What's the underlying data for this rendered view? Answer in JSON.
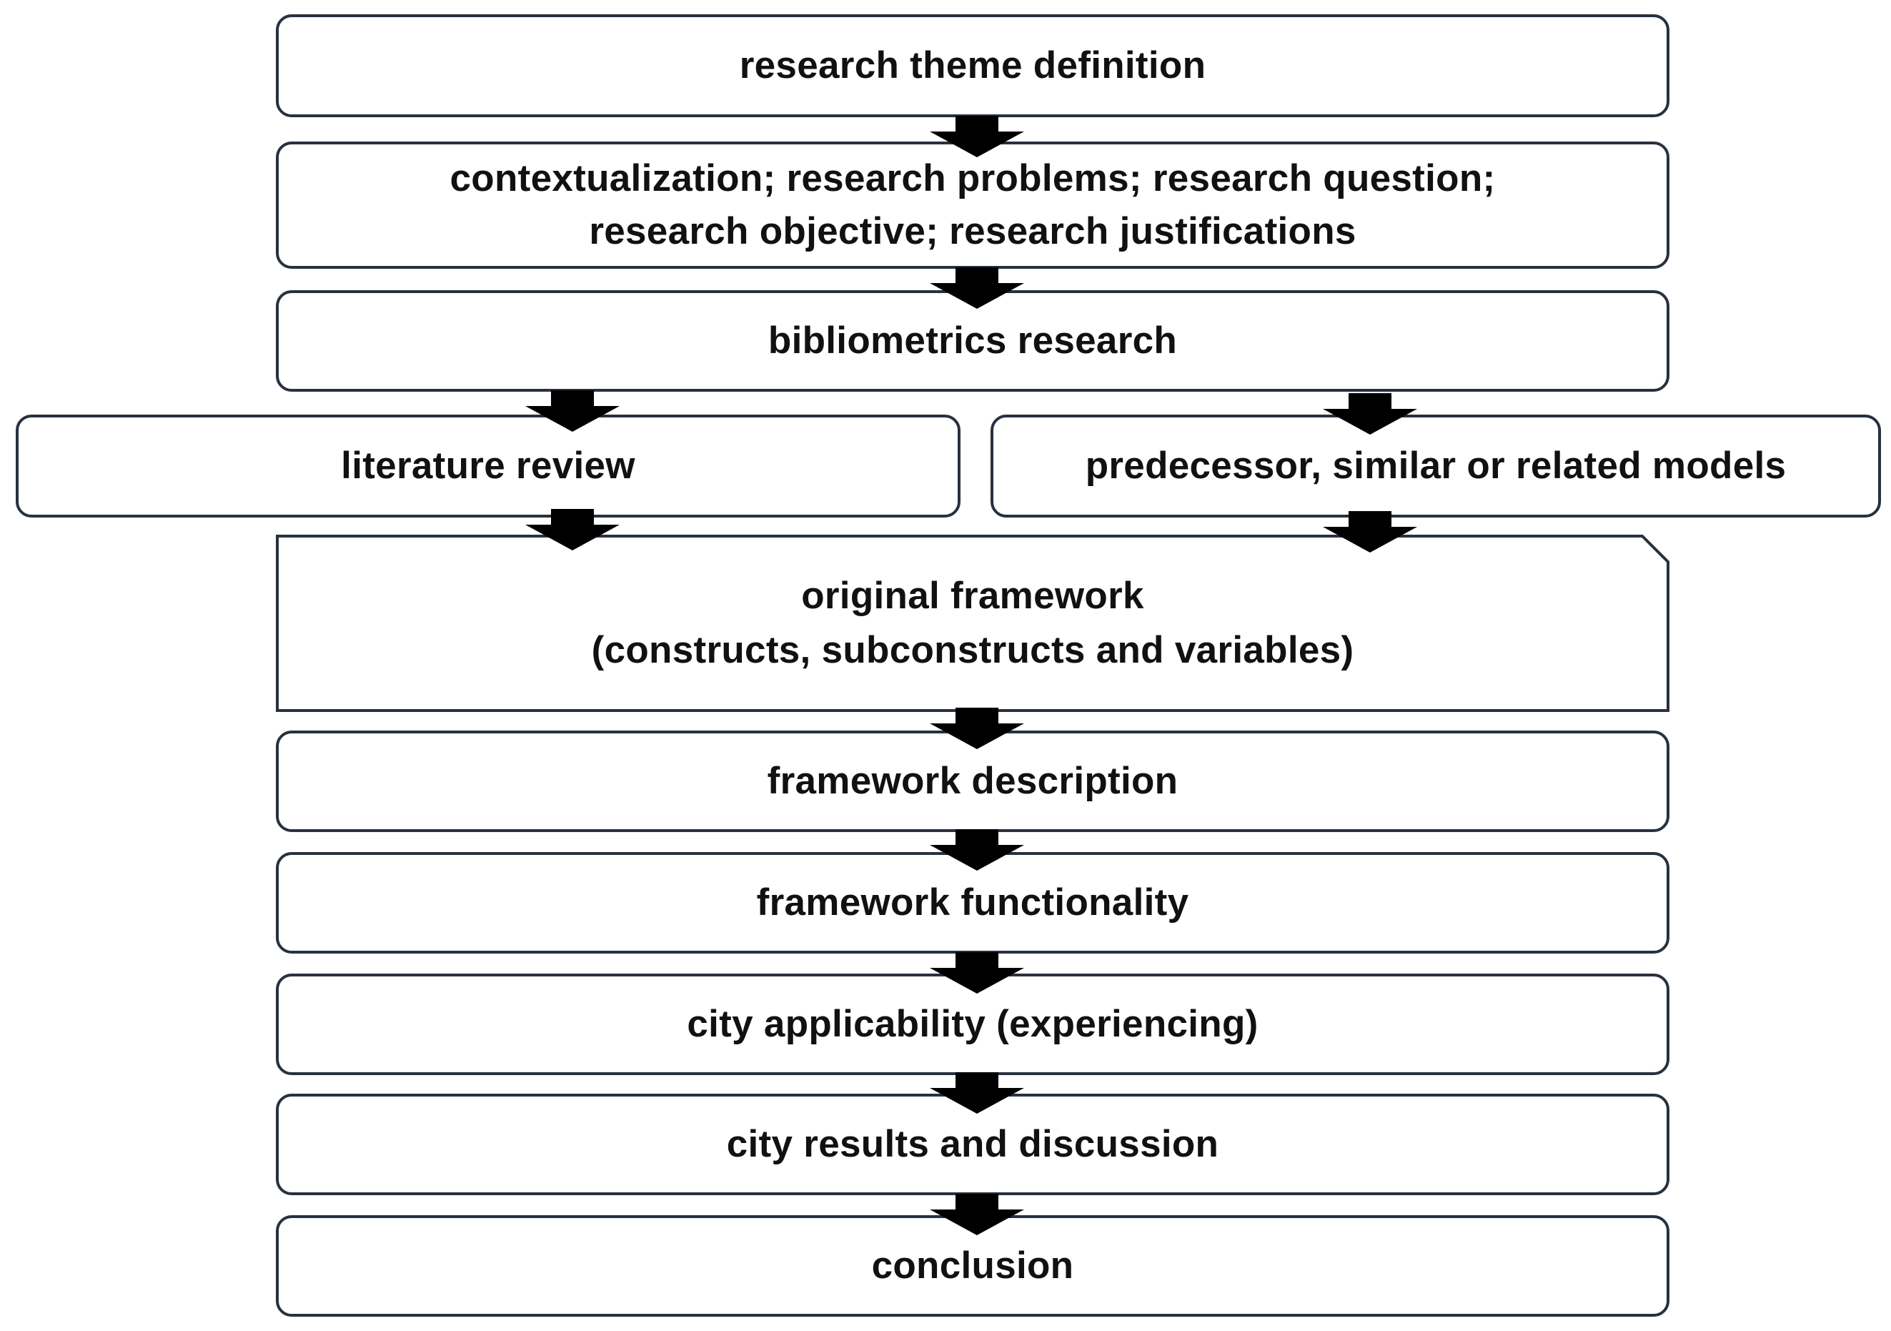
{
  "colors": {
    "box_border": "#27313f",
    "arrow_fill": "#000000",
    "text": "#111111",
    "background": "#ffffff"
  },
  "steps": {
    "theme_definition": {
      "lines": [
        "research theme definition"
      ]
    },
    "contextualization": {
      "lines": [
        "contextualization; research problems; research question;",
        "research objective; research justifications"
      ]
    },
    "bibliometrics": {
      "lines": [
        "bibliometrics research"
      ]
    },
    "literature_review": {
      "lines": [
        "literature review"
      ]
    },
    "predecessor_models": {
      "lines": [
        "predecessor, similar or related models"
      ]
    },
    "original_framework": {
      "lines": [
        "original framework",
        "(constructs, subconstructs and variables)"
      ]
    },
    "framework_description": {
      "lines": [
        "framework description"
      ]
    },
    "framework_functionality": {
      "lines": [
        "framework functionality"
      ]
    },
    "city_applicability": {
      "lines": [
        "city applicability (experiencing)"
      ]
    },
    "city_results": {
      "lines": [
        "city results and discussion"
      ]
    },
    "conclusion": {
      "lines": [
        "conclusion"
      ]
    }
  }
}
